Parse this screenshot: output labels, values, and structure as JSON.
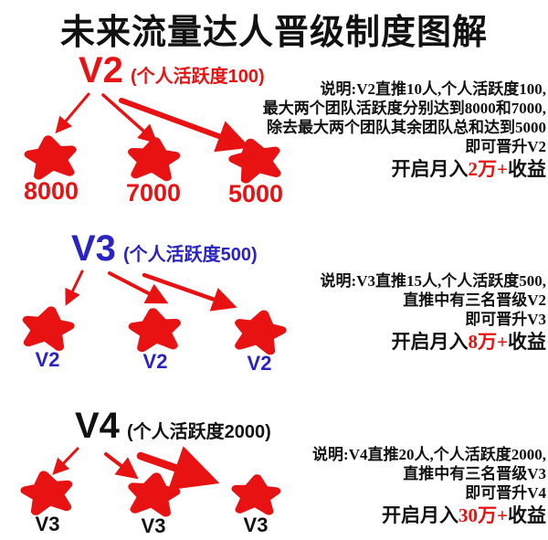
{
  "title": "未来流量达人晋级制度图解",
  "colors": {
    "red": "#e81212",
    "blue": "#2a23c4",
    "black": "#111111",
    "background": "#ffffff"
  },
  "sections": [
    {
      "level": "V2",
      "requirement": "(个人活跃度100)",
      "title_color": "#e81212",
      "nodes": [
        {
          "label": "8000"
        },
        {
          "label": "7000"
        },
        {
          "label": "5000"
        }
      ],
      "node_label_color": "#e81212",
      "note_lines": [
        "说明:V2直推10人,个人活跃度100,",
        "最大两个团队活跃度分别达到8000和7000,",
        "除去最大两个团队其余团队总和达到5000",
        "即可晋升V2"
      ],
      "income_prefix": "开启月入",
      "income_value": "2万+",
      "income_suffix": "收益"
    },
    {
      "level": "V3",
      "requirement": "(个人活跃度500)",
      "title_color": "#2a23c4",
      "nodes": [
        {
          "label": "V2"
        },
        {
          "label": "V2"
        },
        {
          "label": "V2"
        }
      ],
      "node_label_color": "#2a23c4",
      "note_lines": [
        "说明:V3直推15人,个人活跃度500,",
        "直推中有三名晋级V2",
        "即可晋升V3"
      ],
      "income_prefix": "开启月入",
      "income_value": "8万+",
      "income_suffix": "收益"
    },
    {
      "level": "V4",
      "requirement": "(个人活跃度2000)",
      "title_color": "#111111",
      "nodes": [
        {
          "label": "V3"
        },
        {
          "label": "V3"
        },
        {
          "label": "V3"
        }
      ],
      "node_label_color": "#111111",
      "note_lines": [
        "说明:V4直推20人,个人活跃度2000,",
        "直推中有三名晋级V3",
        "即可晋升V4"
      ],
      "income_prefix": "开启月入",
      "income_value": "30万+",
      "income_suffix": "收益"
    }
  ]
}
